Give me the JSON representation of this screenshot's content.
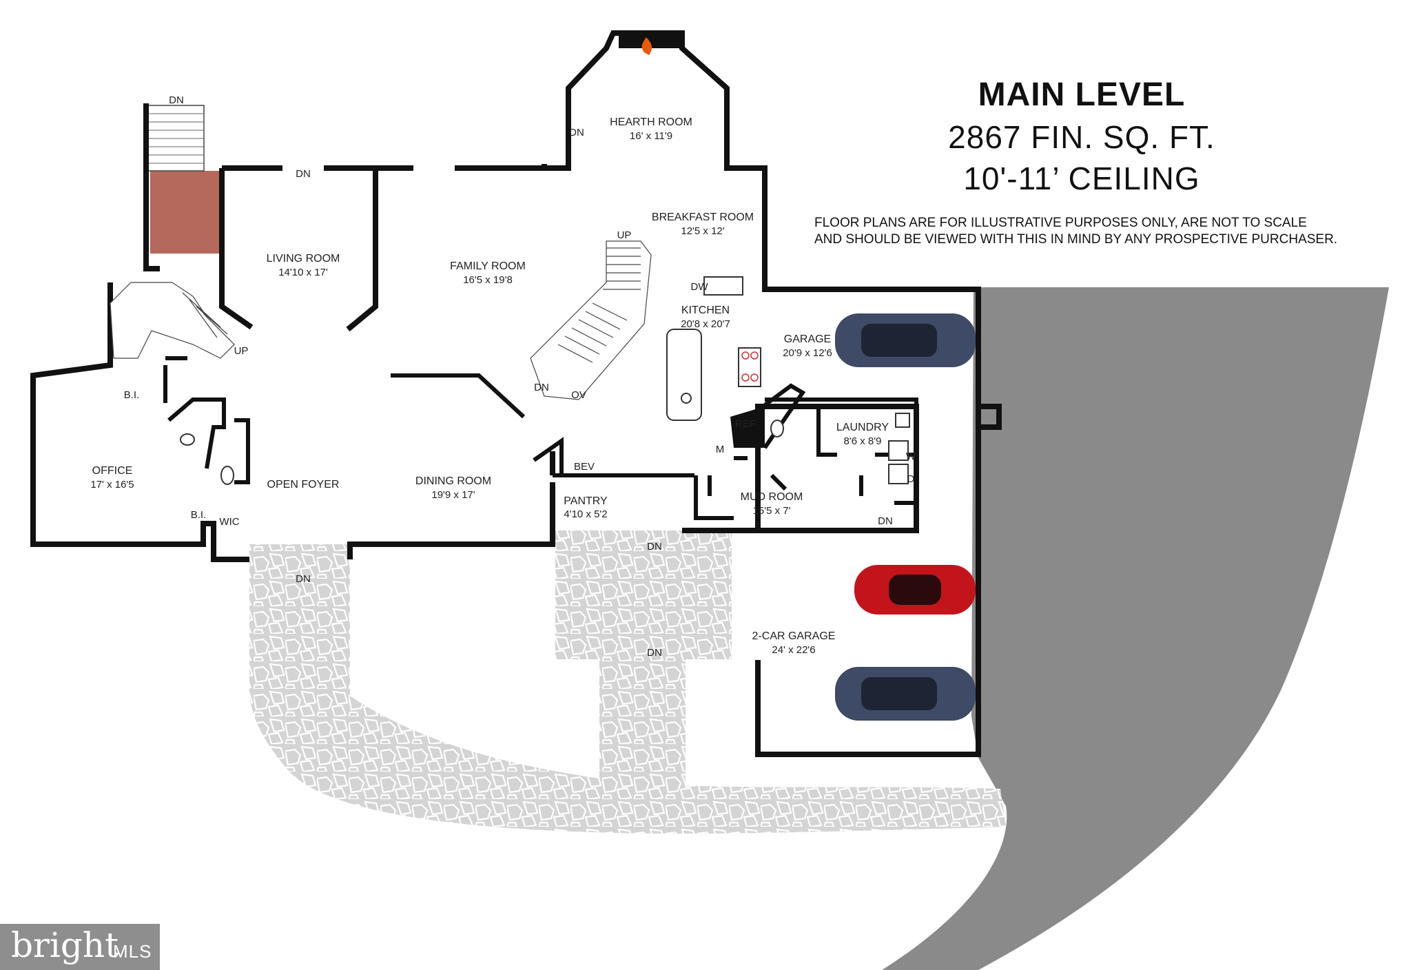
{
  "header": {
    "title": "MAIN LEVEL",
    "sqft": "2867 FIN. SQ. FT.",
    "ceiling": "10'-11’ CEILING",
    "disclaimer_line1": "FLOOR PLANS ARE FOR ILLUSTRATIVE PURPOSES ONLY, ARE NOT TO SCALE",
    "disclaimer_line2": "AND SHOULD BE VIEWED WITH THIS IN MIND BY ANY PROSPECTIVE PURCHASER."
  },
  "rooms": {
    "hearth": {
      "name": "HEARTH ROOM",
      "dim": "16' x 11'9"
    },
    "breakfast": {
      "name": "BREAKFAST ROOM",
      "dim": "12'5 x 12'"
    },
    "living": {
      "name": "LIVING ROOM",
      "dim": "14'10 x 17'"
    },
    "family": {
      "name": "FAMILY ROOM",
      "dim": "16'5 x 19'8"
    },
    "kitchen": {
      "name": "KITCHEN",
      "dim": "20'8 x 20'7"
    },
    "garage": {
      "name": "GARAGE",
      "dim": "20'9 x 12'6"
    },
    "office": {
      "name": "OFFICE",
      "dim": "17' x 16'5"
    },
    "foyer": {
      "name": "OPEN FOYER"
    },
    "dining": {
      "name": "DINING ROOM",
      "dim": "19'9 x 17'"
    },
    "laundry": {
      "name": "LAUNDRY",
      "dim": "8'6 x 8'9"
    },
    "mud": {
      "name": "MUD ROOM",
      "dim": "15'5 x 7'"
    },
    "pantry": {
      "name": "PANTRY",
      "dim": "4'10 x 5'2"
    },
    "garage2": {
      "name": "2-CAR GARAGE",
      "dim": "24' x 22'6"
    }
  },
  "tags": {
    "dn_top_stair": "DN",
    "dn_living": "DN",
    "dn_hearth": "DN",
    "up_family": "UP",
    "up_foyer": "UP",
    "dn_family": "DN",
    "ov": "OV",
    "dw": "DW",
    "ref": "REF",
    "m": "M",
    "bev": "BEV",
    "bi_office": "B.I.",
    "bi_bath": "B.I.",
    "wic": "WIC",
    "dn_entry": "DN",
    "dn_patio_top": "DN",
    "dn_patio_mid": "DN",
    "dn_mud": "DN",
    "w": "W",
    "d": "D"
  },
  "brand": {
    "logo": "bright",
    "mls": "MLS"
  },
  "colors": {
    "wall": "#111111",
    "driveway": "#8a8a8a",
    "stone": "#cfcfcf",
    "deck": "#b5685c",
    "car_blue": "#3e4a66",
    "car_red": "#c3141c",
    "fire": "#e8590c"
  }
}
